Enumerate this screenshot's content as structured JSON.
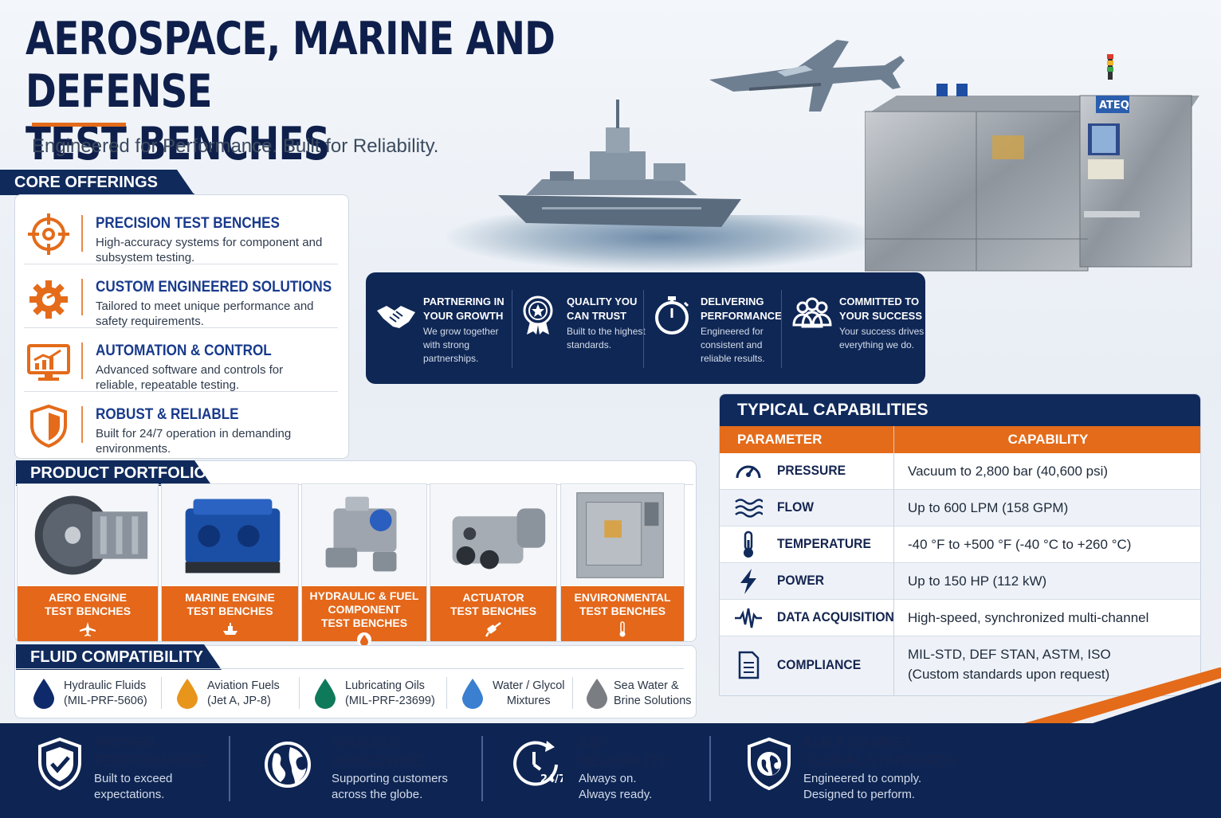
{
  "header": {
    "title_line1": "AEROSPACE, MARINE AND DEFENSE",
    "title_line2": "TEST BENCHES",
    "tagline": "Engineered for Performance. Built for Reliability."
  },
  "machine_brand": "ATEQ",
  "colors": {
    "navy": "#102a5c",
    "orange": "#e46b1a",
    "background": "#eef2f7"
  },
  "core_offerings": {
    "heading": "CORE OFFERINGS",
    "items": [
      {
        "icon": "crosshair-icon",
        "title": "PRECISION TEST BENCHES",
        "desc": "High-accuracy systems for component and subsystem testing."
      },
      {
        "icon": "gear-icon",
        "title": "CUSTOM ENGINEERED SOLUTIONS",
        "desc": "Tailored to meet unique performance and safety requirements."
      },
      {
        "icon": "monitor-chart-icon",
        "title": "AUTOMATION & CONTROL",
        "desc": "Advanced software and controls for reliable, repeatable testing."
      },
      {
        "icon": "shield-icon",
        "title": "ROBUST & RELIABLE",
        "desc": "Built for 24/7 operation in demanding environments."
      }
    ]
  },
  "values": [
    {
      "icon": "handshake-icon",
      "title": "PARTNERING IN YOUR GROWTH",
      "desc": "We grow together with strong partnerships."
    },
    {
      "icon": "award-ribbon-icon",
      "title": "QUALITY YOU CAN TRUST",
      "desc": "Built to the highest standards."
    },
    {
      "icon": "stopwatch-icon",
      "title": "DELIVERING PERFORMANCE",
      "desc": "Engineered for consistent and reliable results."
    },
    {
      "icon": "people-group-icon",
      "title": "COMMITTED TO YOUR SUCCESS",
      "desc": "Your success drives everything we do."
    }
  ],
  "capabilities": {
    "heading": "TYPICAL CAPABILITIES",
    "col_parameter": "PARAMETER",
    "col_capability": "CAPABILITY",
    "rows": [
      {
        "icon": "gauge-icon",
        "parameter": "PRESSURE",
        "capability": "Vacuum to 2,800 bar (40,600 psi)"
      },
      {
        "icon": "flow-waves-icon",
        "parameter": "FLOW",
        "capability": "Up to 600 LPM (158 GPM)"
      },
      {
        "icon": "thermometer-icon",
        "parameter": "TEMPERATURE",
        "capability": "-40 °F to +500 °F (-40 °C to +260 °C)"
      },
      {
        "icon": "lightning-icon",
        "parameter": "POWER",
        "capability": "Up to 150 HP (112 kW)"
      },
      {
        "icon": "waveform-icon",
        "parameter": "DATA ACQUISITION",
        "capability": "High-speed, synchronized multi-channel"
      },
      {
        "icon": "document-icon",
        "parameter": "COMPLIANCE",
        "capability": "MIL-STD, DEF STAN, ASTM, ISO",
        "capability_line2": "(Custom standards upon request)"
      }
    ]
  },
  "portfolio": {
    "heading": "PRODUCT PORTFOLIO",
    "items": [
      {
        "image": "aero-engine-image",
        "icon": "airplane-icon",
        "line1": "AERO ENGINE",
        "line2": "TEST BENCHES",
        "line3": ""
      },
      {
        "image": "marine-engine-image",
        "icon": "ship-icon",
        "line1": "MARINE ENGINE",
        "line2": "TEST BENCHES",
        "line3": ""
      },
      {
        "image": "hydraulic-component-image",
        "icon": "drop-icon",
        "line1": "HYDRAULIC & FUEL",
        "line2": "COMPONENT",
        "line3": "TEST BENCHES"
      },
      {
        "image": "actuator-image",
        "icon": "actuator-icon",
        "line1": "ACTUATOR",
        "line2": "TEST BENCHES",
        "line3": ""
      },
      {
        "image": "environmental-chamber-image",
        "icon": "thermometer-icon",
        "line1": "ENVIRONMENTAL",
        "line2": "TEST BENCHES",
        "line3": ""
      }
    ]
  },
  "fluids": {
    "heading": "FLUID COMPATIBILITY",
    "items": [
      {
        "color": "#0f2a6b",
        "line1": "Hydraulic Fluids",
        "line2": "(MIL-PRF-5606)"
      },
      {
        "color": "#e8951c",
        "line1": "Aviation Fuels",
        "line2": "(Jet A, JP-8)"
      },
      {
        "color": "#0e7a5a",
        "line1": "Lubricating Oils",
        "line2": "(MIL-PRF-23699)"
      },
      {
        "color": "#3a7fd0",
        "line1": "Water / Glycol",
        "line2": "Mixtures"
      },
      {
        "color": "#7a7d82",
        "line1": "Sea Water &",
        "line2": "Brine Solutions"
      }
    ]
  },
  "footer": [
    {
      "icon": "shield-check-icon",
      "title1": "PROVEN",
      "title2": "PERFORMANCE",
      "desc1": "Built to exceed",
      "desc2": "expectations."
    },
    {
      "icon": "globe-icon",
      "title1": "TRUSTED",
      "title2": "WORLDWIDE",
      "desc1": "Supporting customers",
      "desc2": "across the globe."
    },
    {
      "icon": "clock-24-7-icon",
      "clock_label": "24/7",
      "title1": "24/7",
      "title2": "RELIABILITY",
      "desc1": "Always on.",
      "desc2": "Always ready."
    },
    {
      "icon": "shield-globe-icon",
      "title1": "BUILT TO MEET",
      "title2": "GLOBAL STANDARDS",
      "desc1": "Engineered to comply.",
      "desc2": "Designed to perform."
    }
  ]
}
